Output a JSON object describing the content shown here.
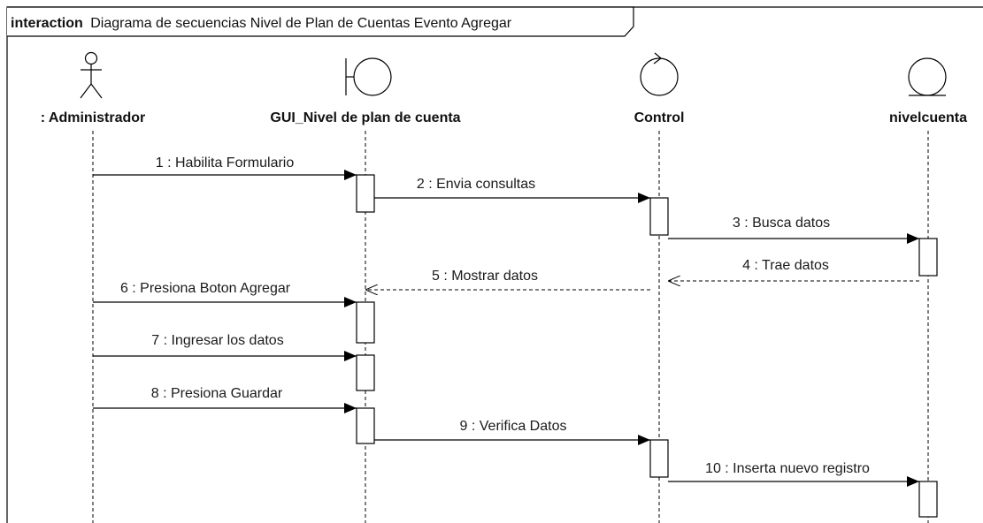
{
  "frame": {
    "keyword": "interaction",
    "title": "Diagrama de secuencias Nivel de Plan de Cuentas Evento Agregar"
  },
  "lifelines": [
    {
      "id": "administrador",
      "label": ": Administrador",
      "stereotype": "actor"
    },
    {
      "id": "gui",
      "label": "GUI_Nivel de plan de cuenta",
      "stereotype": "boundary"
    },
    {
      "id": "control",
      "label": "Control",
      "stereotype": "control"
    },
    {
      "id": "nivelcuenta",
      "label": "nivelcuenta",
      "stereotype": "entity"
    }
  ],
  "messages": [
    {
      "label": "1 : Habilita Formulario",
      "from": "administrador",
      "to": "gui",
      "kind": "sync"
    },
    {
      "label": "2 : Envia consultas",
      "from": "gui",
      "to": "control",
      "kind": "sync"
    },
    {
      "label": "3 : Busca datos",
      "from": "control",
      "to": "nivelcuenta",
      "kind": "sync"
    },
    {
      "label": "4 : Trae datos",
      "from": "nivelcuenta",
      "to": "control",
      "kind": "return"
    },
    {
      "label": "5 : Mostrar datos",
      "from": "control",
      "to": "gui",
      "kind": "return"
    },
    {
      "label": "6 : Presiona Boton Agregar",
      "from": "administrador",
      "to": "gui",
      "kind": "sync"
    },
    {
      "label": "7 : Ingresar los datos",
      "from": "administrador",
      "to": "gui",
      "kind": "sync"
    },
    {
      "label": "8 : Presiona Guardar",
      "from": "administrador",
      "to": "gui",
      "kind": "sync"
    },
    {
      "label": "9 : Verifica Datos",
      "from": "gui",
      "to": "control",
      "kind": "sync"
    },
    {
      "label": "10 : Inserta nuevo registro",
      "from": "control",
      "to": "nivelcuenta",
      "kind": "sync"
    }
  ],
  "colors": {
    "line": "#000000",
    "text": "#1a1a1a",
    "background": "#ffffff"
  }
}
